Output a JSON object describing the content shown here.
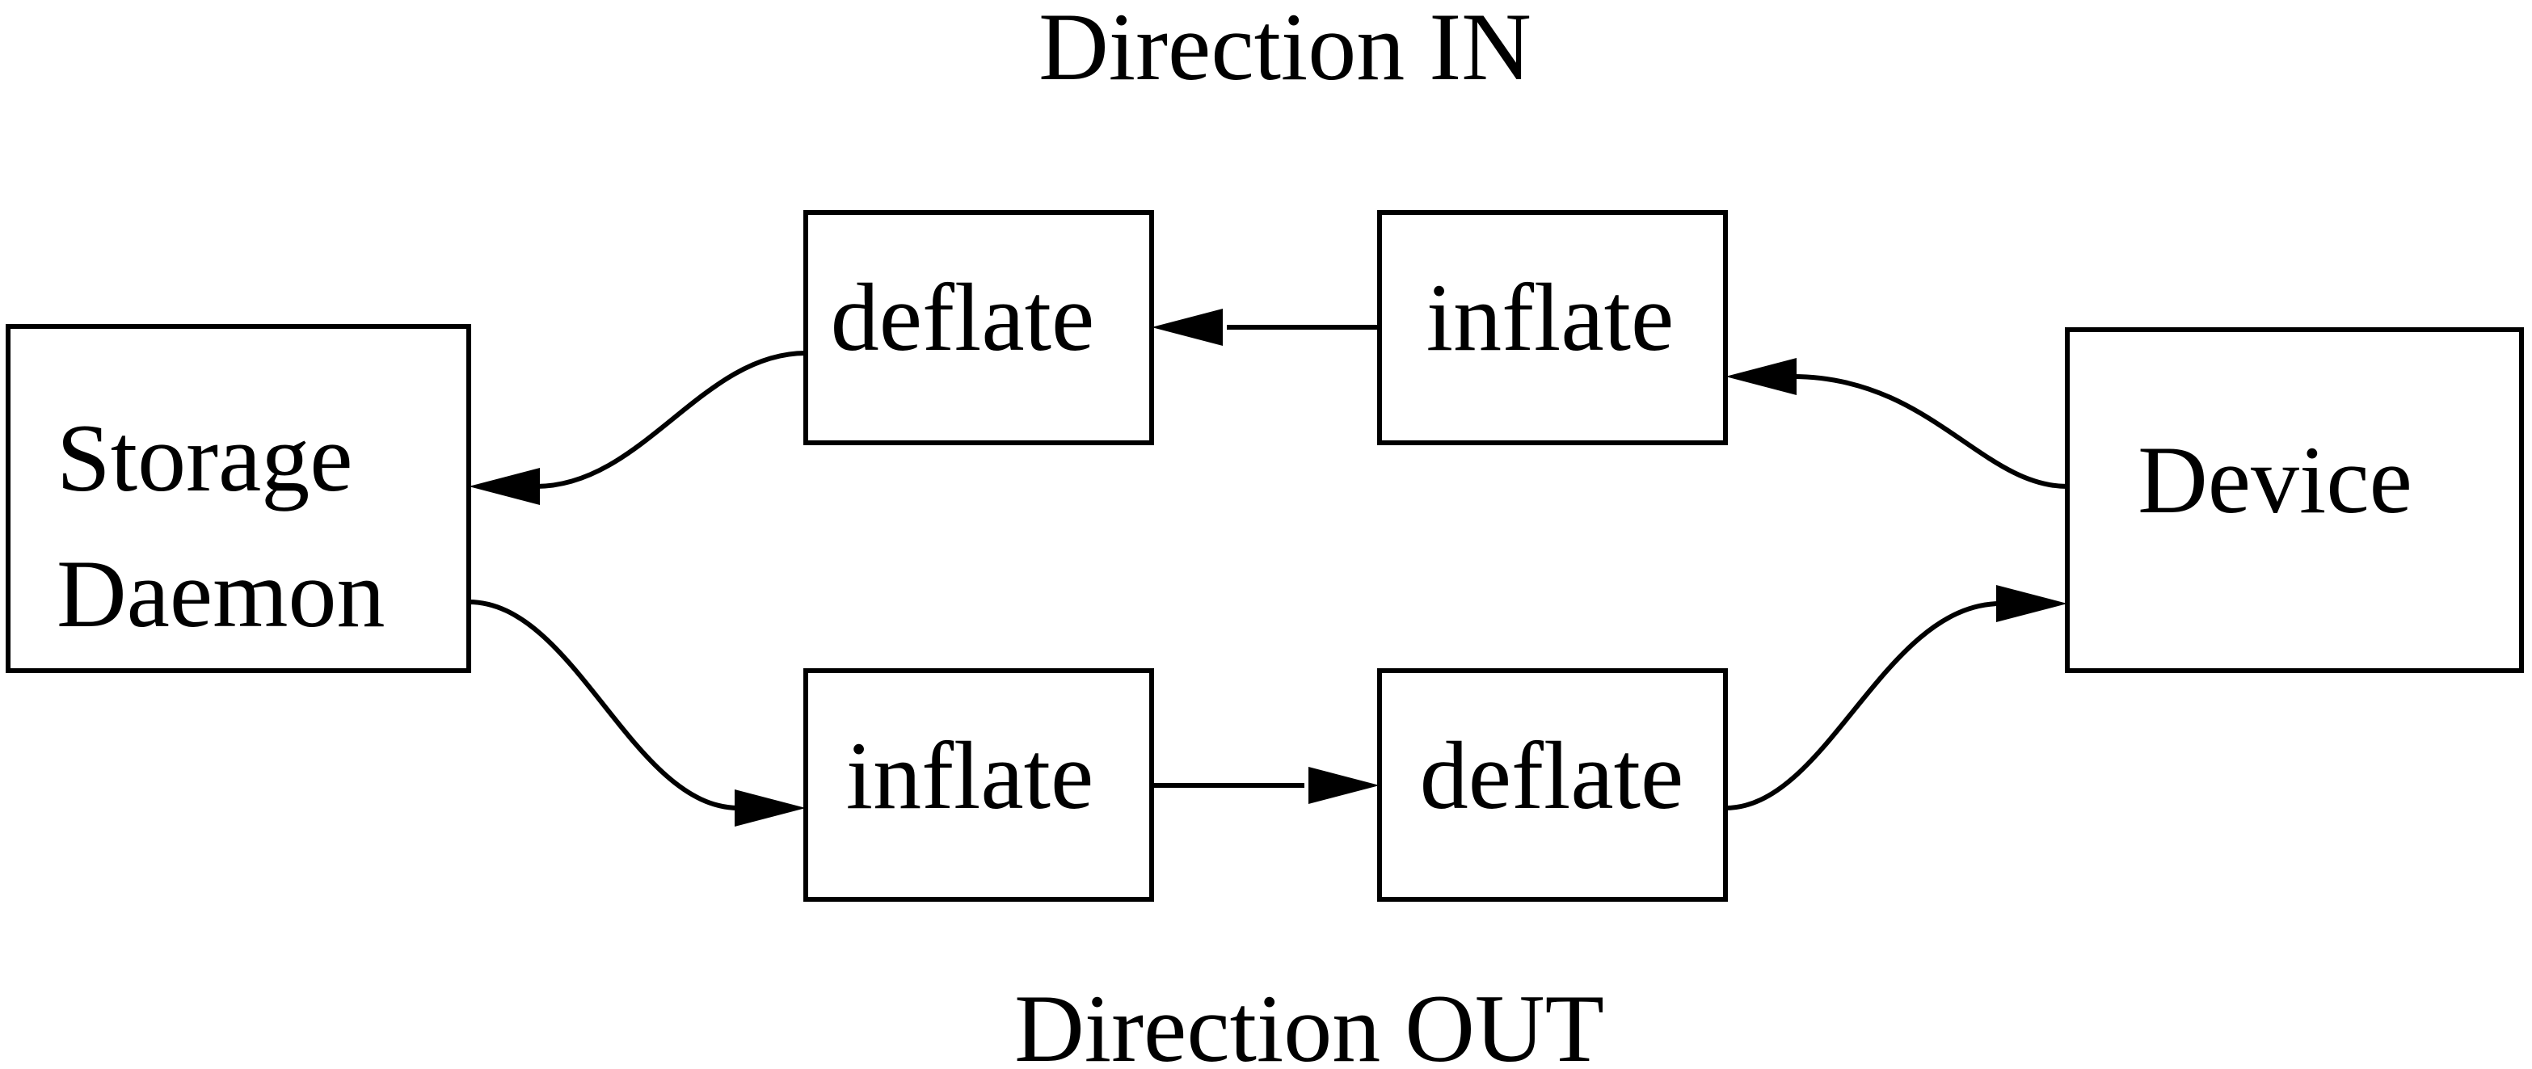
{
  "diagram": {
    "background": "#ffffff",
    "ink": "#000000",
    "title_top": "Direction IN",
    "title_bottom": "Direction OUT",
    "nodes": {
      "storage_daemon": {
        "line1": "Storage",
        "line2": "Daemon"
      },
      "deflate_in": {
        "label": "deflate"
      },
      "inflate_in": {
        "label": "inflate"
      },
      "inflate_out": {
        "label": "inflate"
      },
      "deflate_out": {
        "label": "deflate"
      },
      "device": {
        "label": "Device"
      }
    },
    "edges": [
      {
        "from": "device",
        "to": "inflate_in",
        "direction": "IN"
      },
      {
        "from": "inflate_in",
        "to": "deflate_in",
        "direction": "IN"
      },
      {
        "from": "deflate_in",
        "to": "storage_daemon",
        "direction": "IN"
      },
      {
        "from": "storage_daemon",
        "to": "inflate_out",
        "direction": "OUT"
      },
      {
        "from": "inflate_out",
        "to": "deflate_out",
        "direction": "OUT"
      },
      {
        "from": "deflate_out",
        "to": "device",
        "direction": "OUT"
      }
    ]
  }
}
